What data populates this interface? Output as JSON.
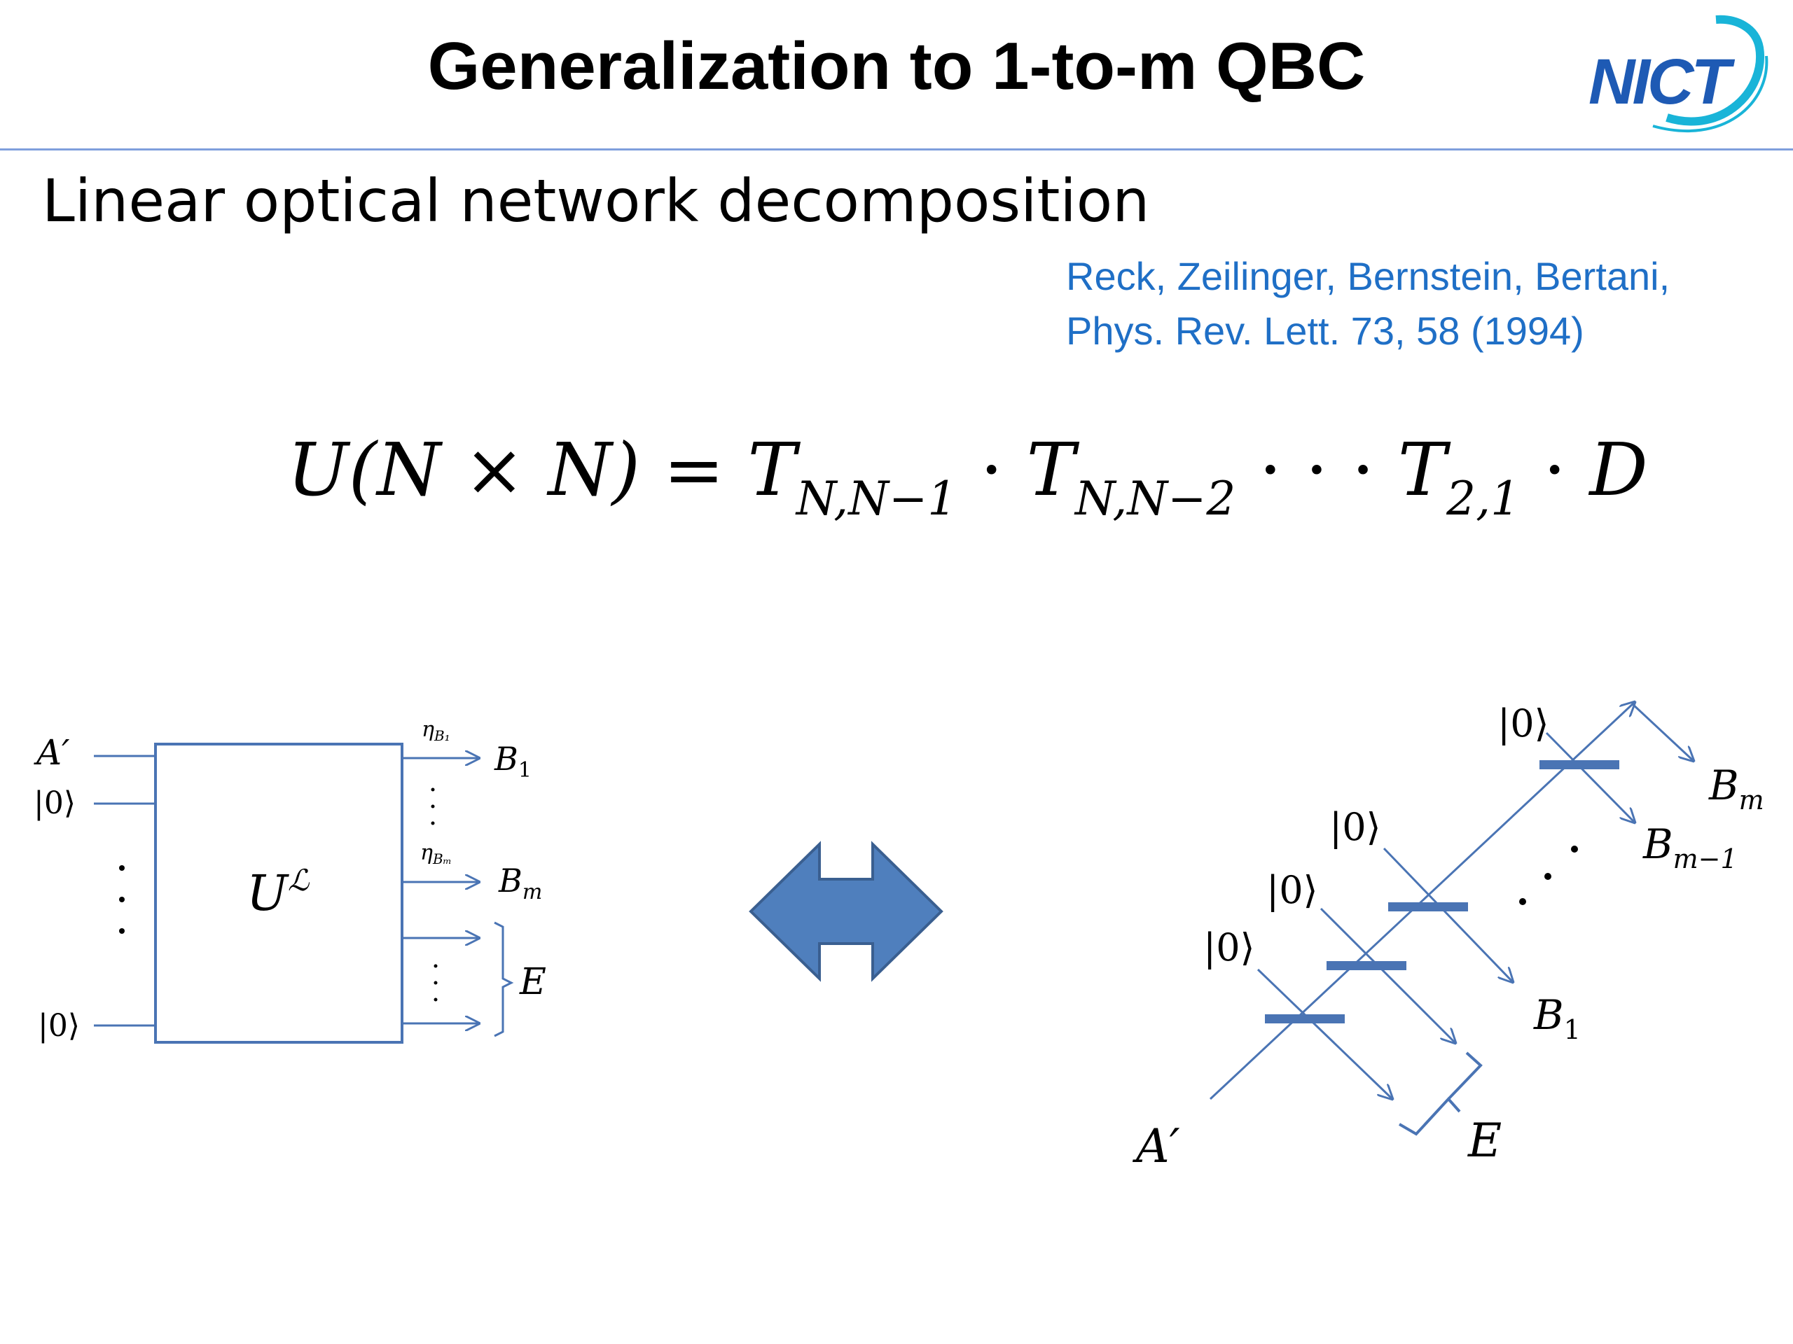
{
  "slide": {
    "title": "Generalization to 1-to-m QBC",
    "logo_text": "NICT",
    "subtitle": "Linear optical network decomposition",
    "citation_line1": "Reck, Zeilinger, Bernstein, Bertani,",
    "citation_line2": "Phys. Rev. Lett. 73, 58 (1994)"
  },
  "formula": {
    "lhs": "U(N × N) = ",
    "t1": "T",
    "t1_sub": "N,N−1",
    "dot1": " · ",
    "t2": "T",
    "t2_sub": "N,N−2",
    "dots": " · · · ",
    "t3": "T",
    "t3_sub": "2,1",
    "dot2": " · ",
    "d": "D"
  },
  "left_diagram": {
    "input_top": "A′",
    "input_zero_1": "|0⟩",
    "input_zero_2": "|0⟩",
    "unitary": "U",
    "unitary_sup": "ℒ",
    "eta_b1": "η",
    "eta_b1_sub": "B₁",
    "eta_bm": "η",
    "eta_bm_sub": "Bₘ",
    "output_b1": "B",
    "output_b1_sub": "1",
    "output_bm": "B",
    "output_bm_sub": "m",
    "output_e": "E"
  },
  "right_diagram": {
    "vac_1": "|0⟩",
    "vac_2": "|0⟩",
    "vac_3": "|0⟩",
    "vac_m": "|0⟩",
    "input": "A′",
    "out_bm": "B",
    "out_bm_sub": "m",
    "out_bm1": "B",
    "out_bm1_sub": "m−1",
    "out_b1": "B",
    "out_b1_sub": "1",
    "out_e": "E"
  },
  "colors": {
    "line_blue": "#4a74b4",
    "arrow_fill": "#4f7fbd",
    "arrow_stroke": "#3a5f90",
    "citation_blue": "#1f6fc6",
    "rule_blue": "#7f9fdc",
    "logo_blue": "#1e5ab4",
    "logo_cyan": "#19b4d8"
  },
  "icons": {
    "logo": "nict-logo",
    "center_arrow": "double-headed-arrow-icon"
  }
}
